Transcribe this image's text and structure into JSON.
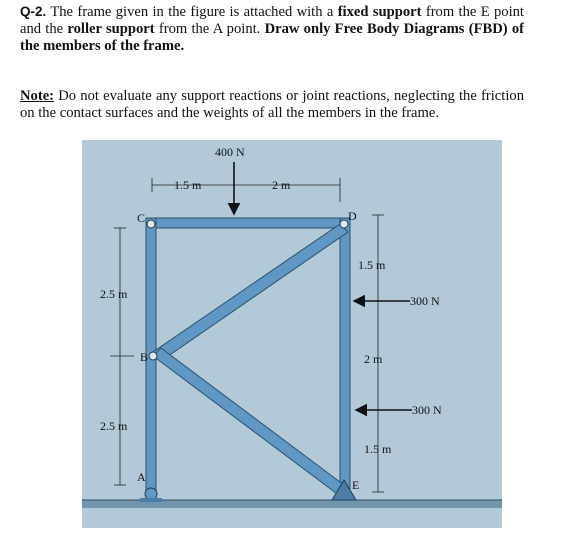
{
  "question": {
    "number": "Q-2.",
    "t1": " The frame given in the figure is attached with a ",
    "b1": "fixed support",
    "t2": " from the E point and the ",
    "b2": "roller support",
    "t3": " from the A point. ",
    "b3": "Draw only  Free Body Diagrams (FBD) of the members of the frame."
  },
  "note": {
    "label": "Note:",
    "text": " Do not evaluate any support reactions or joint reactions, neglecting the friction on the contact surfaces and the weights of all the members in the frame."
  },
  "figure": {
    "colors": {
      "background": "#b9d0dc",
      "member": "#5f98c4",
      "member_edge": "#2c4f6b",
      "ground": "#6f96ac"
    },
    "labels": {
      "load_top": "400 N",
      "dim_left_top": "1.5 m",
      "dim_right_top": "2 m",
      "point_c": "C",
      "point_d": "D",
      "point_b": "B",
      "point_a": "A",
      "point_e": "E",
      "dim_left_upper": "2.5 m",
      "dim_left_lower": "2.5 m",
      "dim_right_1": "1.5 m",
      "dim_right_2": "2 m",
      "dim_right_3": "1.5 m",
      "load_right_1": "300 N",
      "load_right_2": "300 N"
    }
  }
}
